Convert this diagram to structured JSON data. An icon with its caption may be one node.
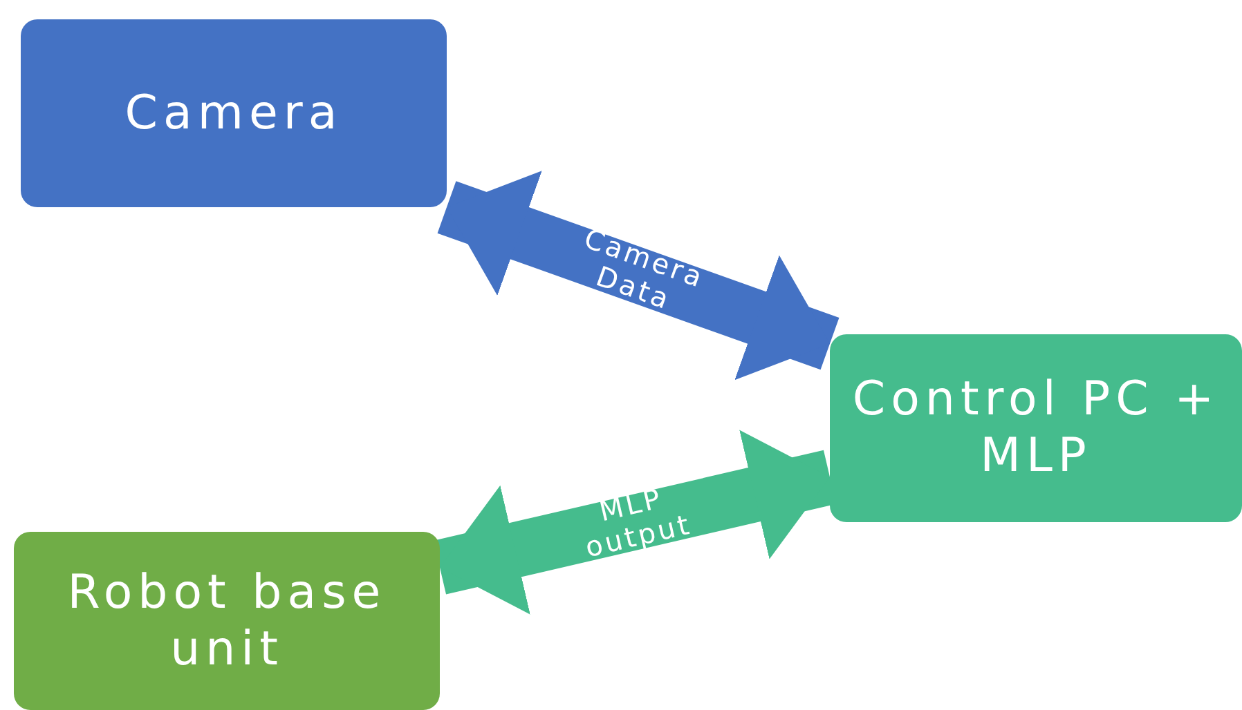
{
  "diagram": {
    "nodes": [
      {
        "text": [
          "Camera"
        ]
      },
      {
        "text": [
          "Control PC + MLP"
        ]
      },
      {
        "text": [
          "Robot base unit"
        ]
      }
    ],
    "edges": [
      {
        "from": 0,
        "to": 1,
        "arrow": "both",
        "label": "Camera Data",
        "color": "#4472c4"
      },
      {
        "from": 2,
        "to": 1,
        "arrow": "both",
        "label": "MLP output",
        "color": "#45bc8d"
      }
    ]
  }
}
